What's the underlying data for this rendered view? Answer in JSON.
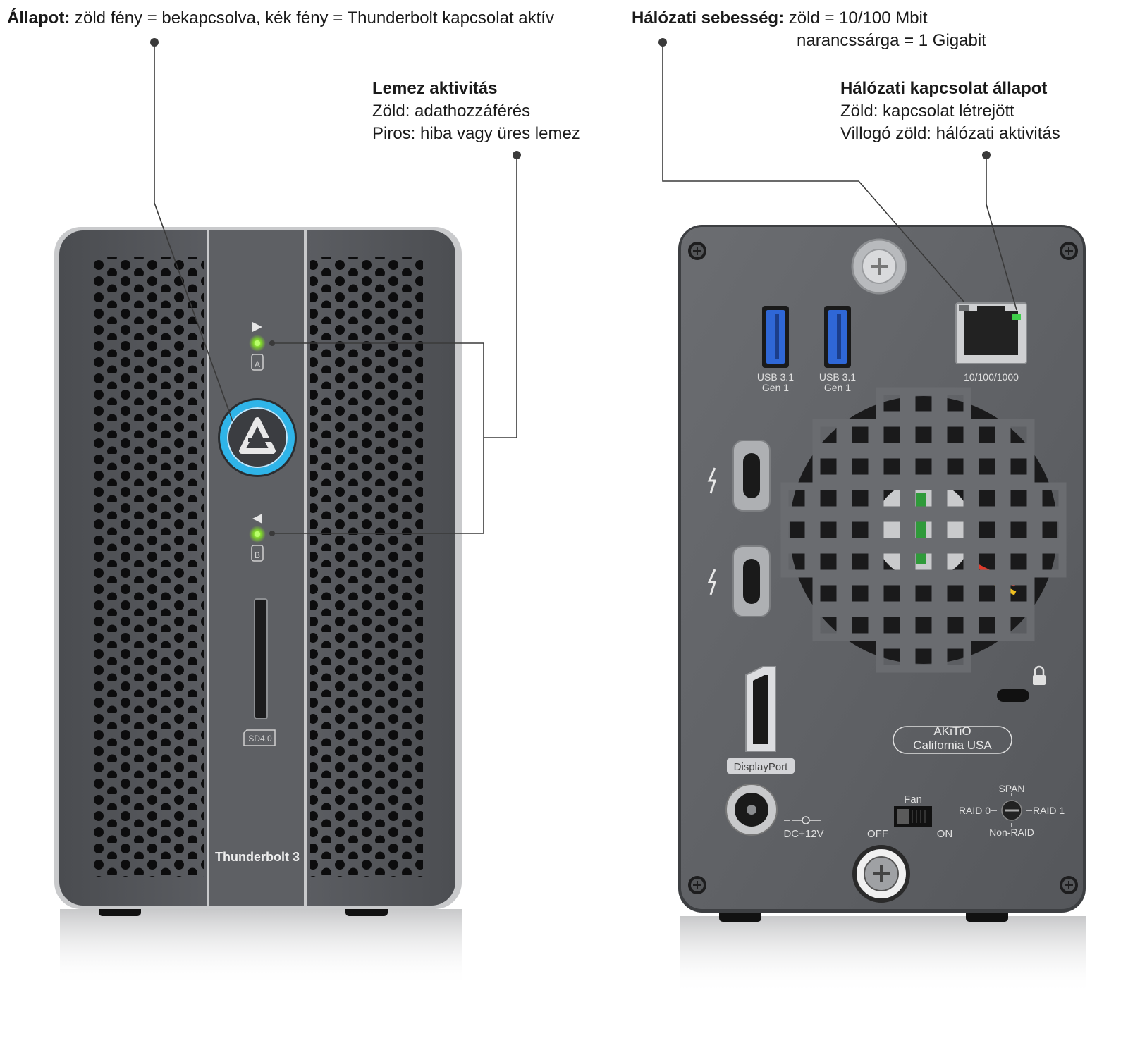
{
  "captions": {
    "status": {
      "title": "Állapot:",
      "text": "zöld fény = bekapcsolva, kék fény = Thunderbolt kapcsolat aktív"
    },
    "disk": {
      "title": "Lemez aktivitás",
      "line1": "Zöld: adathozzáférés",
      "line2": "Piros: hiba vagy üres lemez"
    },
    "net_speed": {
      "title": "Hálózati sebesség:",
      "line1": "zöld = 10/100 Mbit",
      "line2": "narancssárga = 1 Gigabit"
    },
    "net_link": {
      "title": "Hálózati kapcsolat állapot",
      "line1": "Zöld: kapcsolat létrejött",
      "line2": "Villogó zöld: hálózati aktivitás"
    }
  },
  "front": {
    "bay_a": "A",
    "bay_b": "B",
    "sd_label": "SD4.0",
    "brand_label": "Thunderbolt 3"
  },
  "rear": {
    "usb1_line1": "USB 3.1",
    "usb1_line2": "Gen 1",
    "usb2_line1": "USB 3.1",
    "usb2_line2": "Gen 1",
    "ethernet_label": "10/100/1000",
    "displayport_label": "DisplayPort",
    "dc_label": "DC+12V",
    "fan_title": "Fan",
    "fan_off": "OFF",
    "fan_on": "ON",
    "raid_span": "SPAN",
    "raid_0": "RAID 0",
    "raid_1": "RAID 1",
    "raid_non": "Non-RAID",
    "badge_line1": "AKiTiO",
    "badge_line2": "California USA"
  },
  "colors": {
    "body": "#5b5d61",
    "led_green": "#8fe03a",
    "ring_blue": "#2fb4e8",
    "usb_blue": "#2f67d6"
  }
}
